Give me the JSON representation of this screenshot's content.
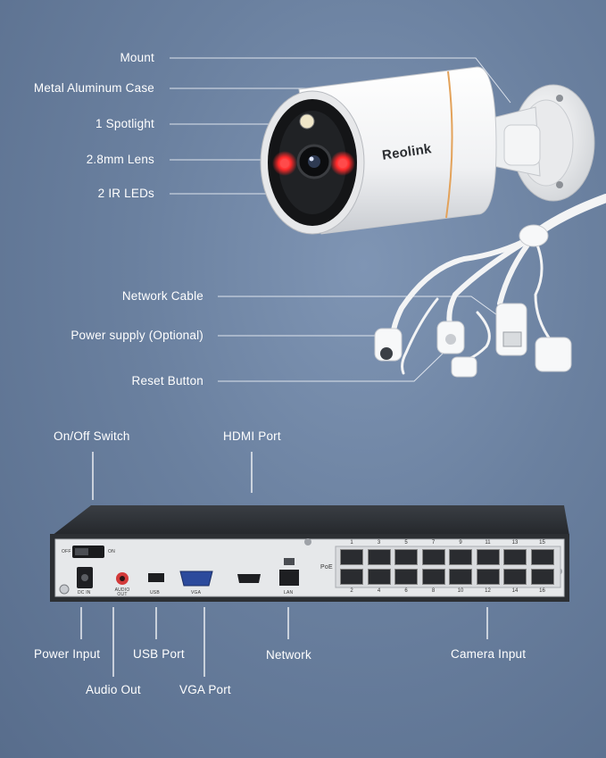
{
  "camera_labels": {
    "mount": "Mount",
    "case": "Metal Aluminum Case",
    "spotlight": "1 Spotlight",
    "lens": "2.8mm Lens",
    "ir_leds": "2 IR LEDs",
    "network_cable": "Network Cable",
    "power_supply": "Power supply (Optional)",
    "reset_button": "Reset Button"
  },
  "camera_brand": "Reolink",
  "nvr_labels": {
    "onoff_switch": "On/Off Switch",
    "hdmi_port": "HDMI Port",
    "power_input": "Power Input",
    "audio_out": "Audio Out",
    "usb_port": "USB Port",
    "vga_port": "VGA Port",
    "network": "Network",
    "camera_input": "Camera Input"
  },
  "nvr_panel_text": {
    "off": "OFF",
    "on": "ON",
    "dc_in": "DC IN",
    "audio_out": "AUDIO OUT",
    "usb": "USB",
    "vga": "VGA",
    "lan": "LAN",
    "poe": "PoE",
    "top_ports": [
      "1",
      "3",
      "5",
      "7",
      "9",
      "11",
      "13",
      "15"
    ],
    "bottom_ports": [
      "2",
      "4",
      "6",
      "8",
      "10",
      "12",
      "14",
      "16"
    ]
  },
  "colors": {
    "background": "#6a809f",
    "ir_led": "#ff2a2a",
    "accent_ring": "#e3a25a",
    "nvr_body": "#2c2f33",
    "nvr_panel": "#e6e8ea"
  }
}
